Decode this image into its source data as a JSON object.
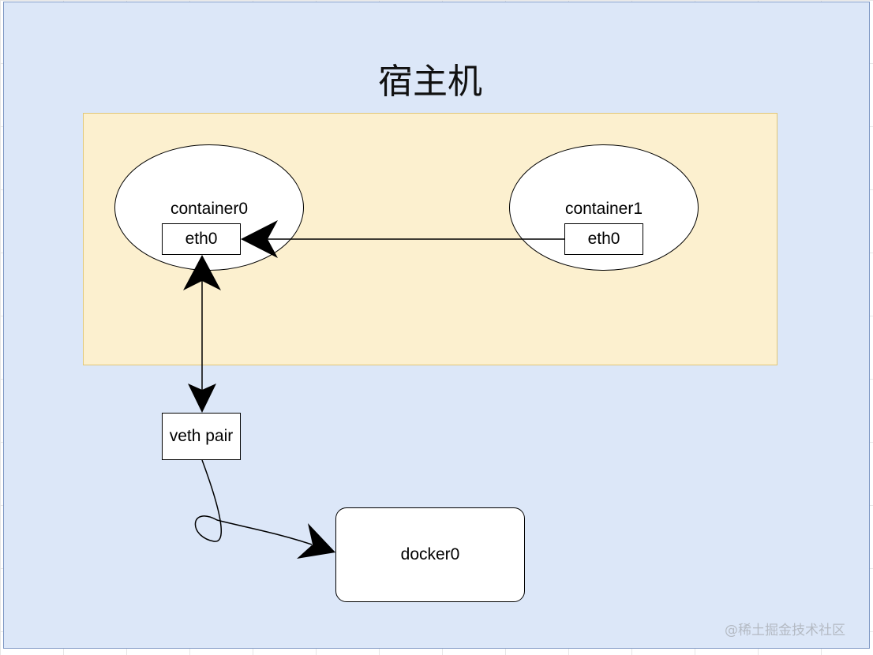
{
  "diagram": {
    "host_title": "宿主机",
    "nodes": {
      "container0": {
        "label": "container0",
        "interface": "eth0"
      },
      "container1": {
        "label": "container1",
        "interface": "eth0"
      },
      "veth": {
        "label": "veth pair"
      },
      "bridge": {
        "label": "docker0"
      }
    },
    "edges": [
      {
        "from": "container1.eth0",
        "to": "container0.eth0",
        "direction": "one-way"
      },
      {
        "from": "container0.eth0",
        "to": "veth pair",
        "direction": "two-way"
      },
      {
        "from": "veth pair",
        "to": "docker0",
        "direction": "one-way"
      }
    ]
  },
  "colors": {
    "host_background": "#dce7f8",
    "host_border": "#7f98c4",
    "container_zone_background": "#fcf0cf",
    "container_zone_border": "#e1c777",
    "node_fill": "#ffffff",
    "stroke": "#000000"
  },
  "watermark": "@稀土掘金技术社区"
}
